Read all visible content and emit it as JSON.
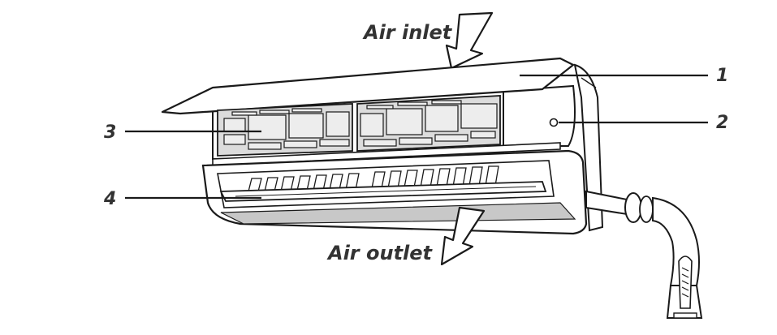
{
  "diagram": {
    "labels": {
      "air_inlet": "Air inlet",
      "air_outlet": "Air outlet"
    },
    "callouts": [
      {
        "number": "1"
      },
      {
        "number": "2"
      },
      {
        "number": "3"
      },
      {
        "number": "4"
      }
    ]
  },
  "colors": {
    "stroke": "#1a1a1a",
    "filter_fill": "#dcdcdc",
    "shadow_fill": "#c8c8c8",
    "label_text": "#333333"
  }
}
